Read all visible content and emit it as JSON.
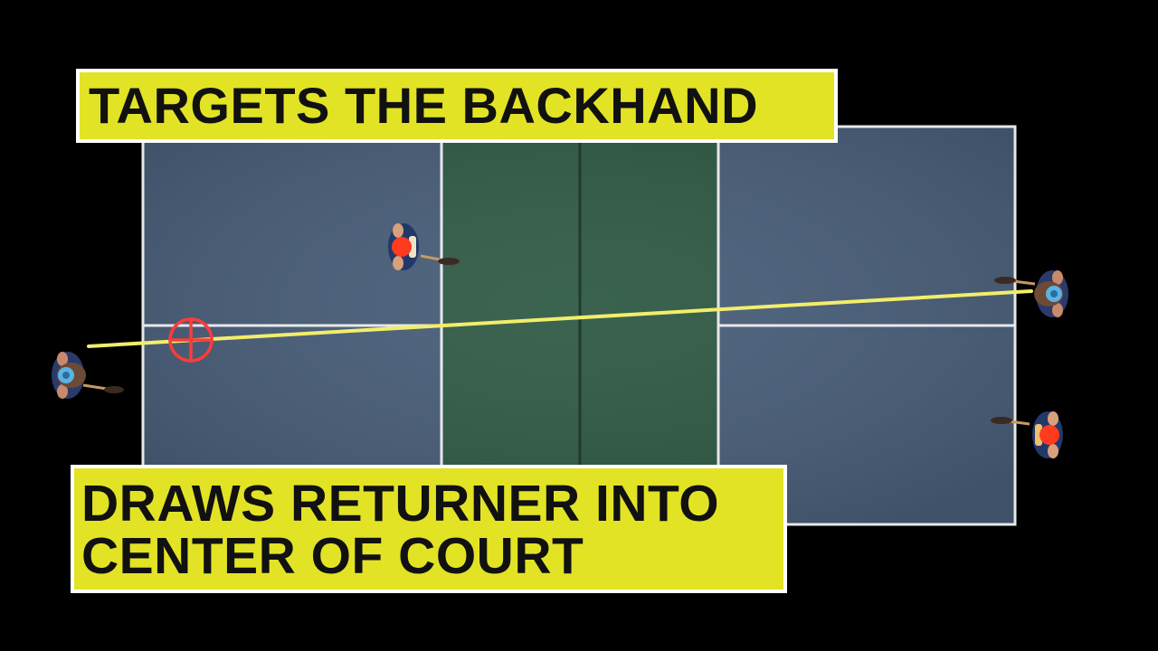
{
  "captions": {
    "top": "TARGETS THE BACKHAND",
    "bottom_line1": "DRAWS RETURNER INTO",
    "bottom_line2": "CENTER OF COURT"
  },
  "colors": {
    "background": "#000000",
    "court_blue": "#485d78",
    "kitchen_green": "#2f5a45",
    "lines": "#e6e8ea",
    "caption_yellow": "#e2e325",
    "shot_line": "#f2ee6a",
    "target": "#ff3b3b",
    "player_blue": "#5ab2e6",
    "player_red": "#ff3a1e"
  },
  "icons": [
    "target-icon",
    "player-icon"
  ]
}
